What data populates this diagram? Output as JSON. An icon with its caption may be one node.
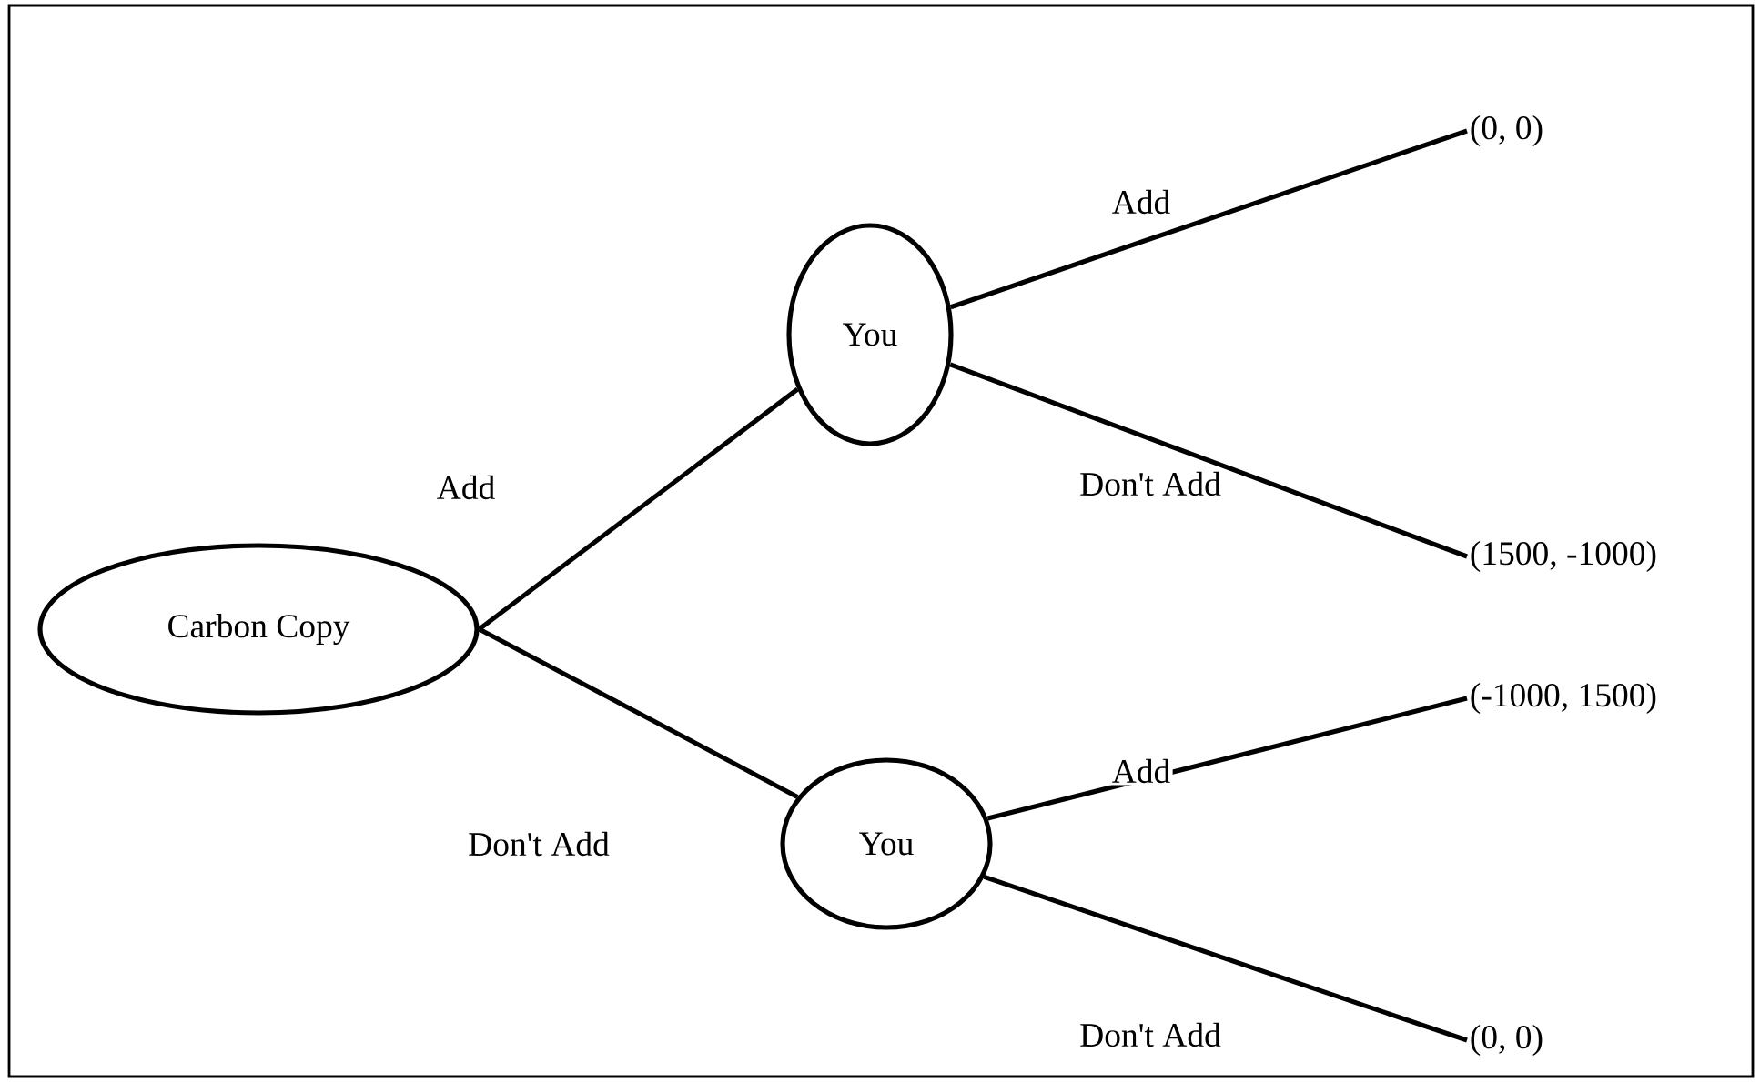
{
  "diagram": {
    "nodes": [
      {
        "text": [
          "Carbon Copy"
        ]
      },
      {
        "text": [
          "You"
        ]
      },
      {
        "text": [
          "You"
        ]
      },
      {
        "text": [
          "(0, 0)"
        ]
      },
      {
        "text": [
          "(1500, -1000)"
        ]
      },
      {
        "text": [
          "(-1000, 1500)"
        ]
      },
      {
        "text": [
          "(0, 0)"
        ]
      }
    ],
    "edges": [
      {
        "from": 0,
        "to": 1,
        "arrow": "none",
        "label": "Add"
      },
      {
        "from": 0,
        "to": 2,
        "arrow": "none",
        "label": "Don't Add"
      },
      {
        "from": 1,
        "to": 3,
        "arrow": "none",
        "label": "Add"
      },
      {
        "from": 1,
        "to": 4,
        "arrow": "none",
        "label": "Don't Add"
      },
      {
        "from": 2,
        "to": 5,
        "arrow": "none",
        "label": "Add"
      },
      {
        "from": 2,
        "to": 6,
        "arrow": "none",
        "label": "Don't Add"
      }
    ]
  }
}
